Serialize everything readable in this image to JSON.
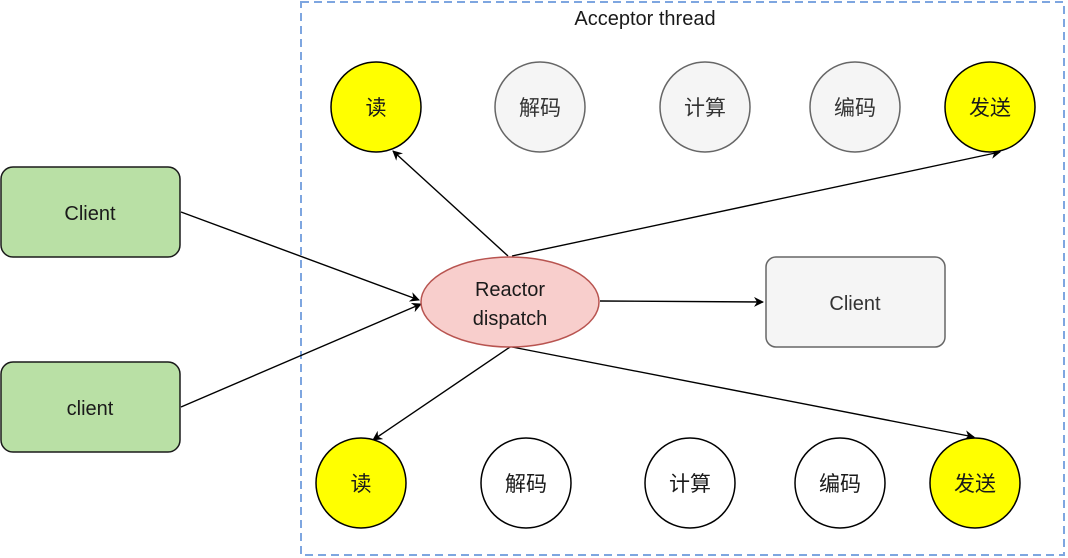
{
  "container": {
    "title": "Acceptor thread",
    "border_color": "#7ea6e0"
  },
  "clients": [
    {
      "label": "Client",
      "fill": "#b9e0a5"
    },
    {
      "label": "client",
      "fill": "#b9e0a5"
    }
  ],
  "reactor": {
    "line1": "Reactor",
    "line2": "dispatch",
    "fill": "#f8cecc",
    "stroke": "#b85450"
  },
  "target_client": {
    "label": "Client",
    "fill": "#f5f5f5"
  },
  "top_row": [
    {
      "label": "读",
      "fill": "#ffff00",
      "active": true
    },
    {
      "label": "解码",
      "fill": "#f5f5f5",
      "active": false
    },
    {
      "label": "计算",
      "fill": "#f5f5f5",
      "active": false
    },
    {
      "label": "编码",
      "fill": "#f5f5f5",
      "active": false
    },
    {
      "label": "发送",
      "fill": "#ffff00",
      "active": true
    }
  ],
  "bottom_row": [
    {
      "label": "读",
      "fill": "#ffff00",
      "active": true
    },
    {
      "label": "解码",
      "fill": "#ffffff",
      "active": false
    },
    {
      "label": "计算",
      "fill": "#ffffff",
      "active": false
    },
    {
      "label": "编码",
      "fill": "#ffffff",
      "active": false
    },
    {
      "label": "发送",
      "fill": "#ffff00",
      "active": true
    }
  ]
}
